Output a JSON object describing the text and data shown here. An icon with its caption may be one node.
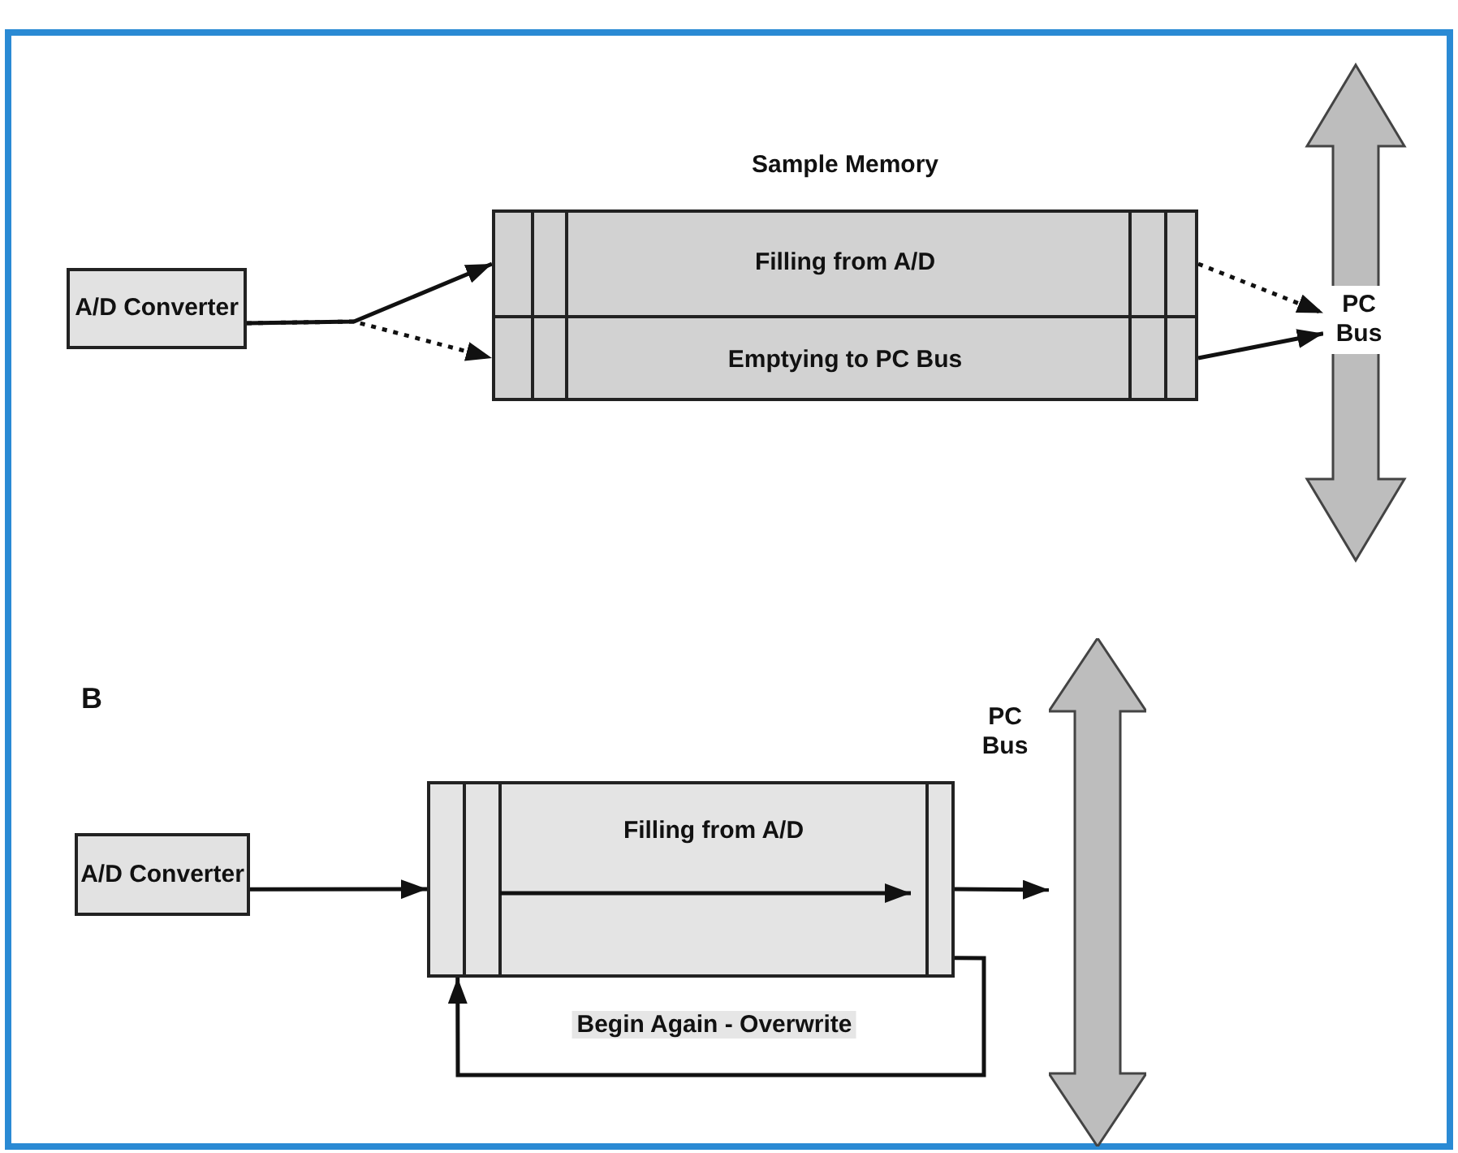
{
  "diagram": {
    "nodes": [
      {
        "text": [
          "A/D Converter"
        ]
      },
      {
        "text": [
          "Sample Memory"
        ]
      },
      {
        "text": [
          "Filling from A/D"
        ],
        "in": 1
      },
      {
        "text": [
          "Emptying to PC Bus"
        ],
        "in": 1
      },
      {
        "text": [
          "PC Bus"
        ]
      },
      {
        "text": [
          "A/D Converter"
        ]
      },
      {
        "text": [
          "Filling from A/D"
        ]
      },
      {
        "text": [],
        "shape": "arrow",
        "beside": [
          "PC Bus"
        ]
      }
    ],
    "edges": [
      {
        "from": 0,
        "to": 2,
        "arrow": "to"
      },
      {
        "from": 0,
        "to": 3,
        "arrow": "to",
        "style": "dashed"
      },
      {
        "from": 2,
        "to": 4,
        "arrow": "to",
        "style": "dashed"
      },
      {
        "from": 3,
        "to": 4,
        "arrow": "to"
      },
      {
        "from": 5,
        "to": 6,
        "arrow": "to"
      },
      {
        "from": 6,
        "to": 7,
        "arrow": "to"
      },
      {
        "from": 6,
        "to": 6,
        "arrow": "to",
        "label": "Begin Again - Overwrite"
      }
    ],
    "labels": [
      "B"
    ]
  }
}
